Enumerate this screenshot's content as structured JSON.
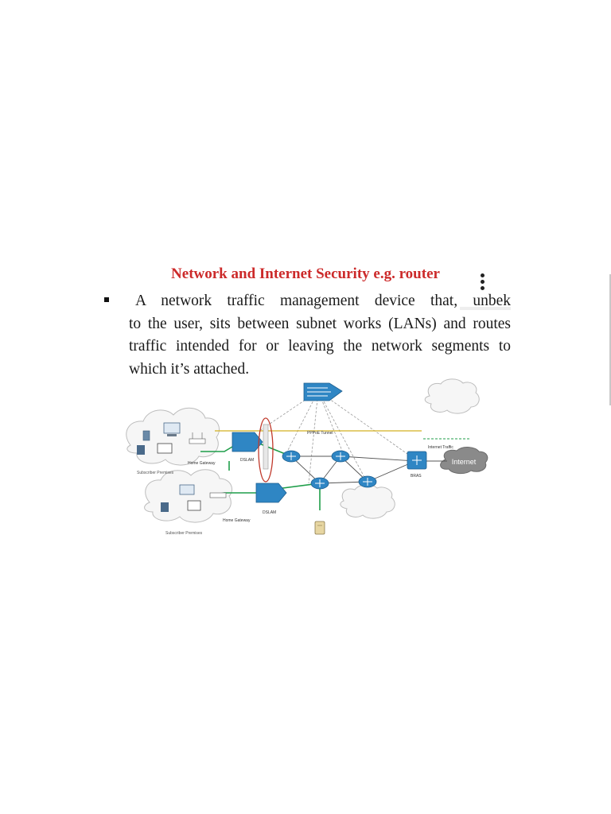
{
  "slide": {
    "title": "Network and Internet Security e.g. router",
    "bullet_lines": [
      "A network traffic management device that, unbek",
      "to the user, sits between subnet works (LANs) and routes",
      "traffic intended for or leaving the network segments to",
      "which it’s attached."
    ]
  },
  "diagram": {
    "labels": {
      "home_gateway_1": "Home Gateway",
      "home_gateway_2": "Home Gateway",
      "dslam_1": "DSLAM",
      "dslam_2": "DSLAM",
      "subscriber_premises_1": "Subscriber Premises",
      "subscriber_premises_2": "Subscriber Premises",
      "pppoe_tunnel": "PPPoE Tunnel",
      "internet_traffic": "Internet Traffic",
      "internet": "Internet",
      "bras": "BRAS"
    }
  },
  "colors": {
    "title": "#cc2a2a",
    "device_blue": "#2f86c4",
    "traffic_green": "#1f9e4a",
    "highlight_red": "#c0392b"
  },
  "icons": [
    "kebab-menu-icon",
    "router-icon",
    "dslam-icon",
    "server-icon",
    "computer-icon",
    "phone-icon",
    "tv-icon",
    "cloud-icon"
  ]
}
